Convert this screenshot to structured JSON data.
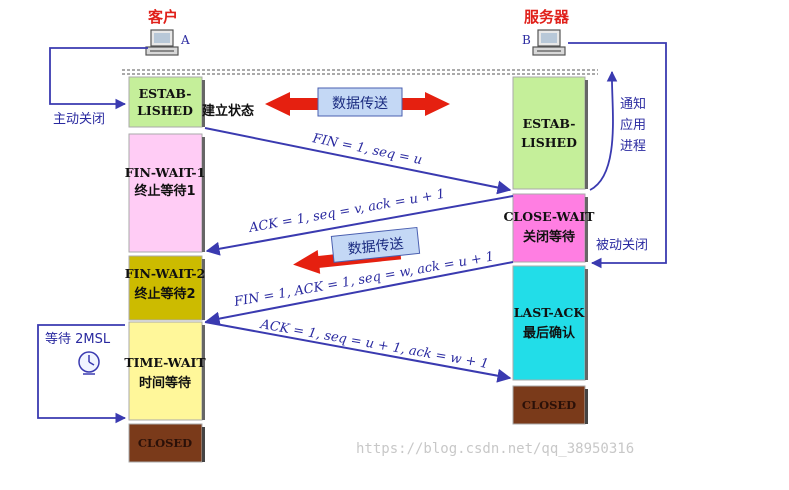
{
  "client": {
    "title": "客户",
    "id": "A"
  },
  "server": {
    "title": "服务器",
    "id": "B"
  },
  "client_states": [
    {
      "line1": "ESTAB-",
      "line2": "LISHED",
      "color": "#c5ef9a"
    },
    {
      "line1": "FIN-WAIT-1",
      "line2": "终止等待1",
      "color": "#ffccf5"
    },
    {
      "line1": "FIN-WAIT-2",
      "line2": "终止等待2",
      "color": "#ccbb00"
    },
    {
      "line1": "TIME-WAIT",
      "line2": "时间等待",
      "color": "#fff79a"
    },
    {
      "line1": "CLOSED",
      "line2": "",
      "color": "#7a3a1a"
    }
  ],
  "server_states": [
    {
      "line1": "ESTAB-",
      "line2": "LISHED",
      "color": "#c5ef9a"
    },
    {
      "line1": "CLOSE-WAIT",
      "line2": "关闭等待",
      "color": "#ff7ee2"
    },
    {
      "line1": "LAST-ACK",
      "line2": "最后确认",
      "color": "#22dde8"
    },
    {
      "line1": "CLOSED",
      "line2": "",
      "color": "#7a3a1a"
    }
  ],
  "established_label": "建立状态",
  "data_transfer_label": "数据传送",
  "messages": [
    "FIN = 1, seq = u",
    "ACK = 1, seq = v, ack = u + 1",
    "FIN = 1, ACK = 1, seq = w, ack = u + 1",
    "ACK = 1, seq = u + 1, ack = w + 1"
  ],
  "side_labels": {
    "active_close": "主动关闭",
    "notify_app_1": "通知",
    "notify_app_2": "应用",
    "notify_app_3": "进程",
    "passive_close": "被动关闭",
    "wait_2msl": "等待 2MSL"
  },
  "watermark": "https://blog.csdn.net/qq_38950316",
  "colors": {
    "arrow": "#3a3ab0",
    "data_arrow": "#e52010",
    "data_box": "#c4d8f5"
  }
}
